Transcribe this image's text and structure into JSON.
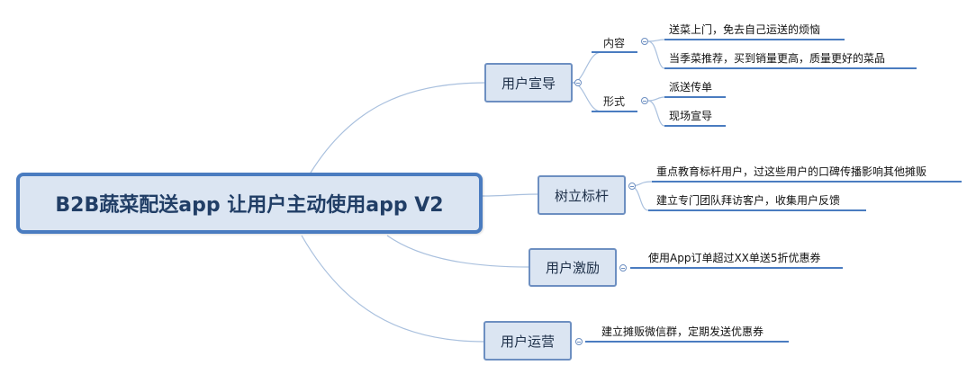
{
  "mindmap": {
    "root": "B2B蔬菜配送app 让用户主动使用app V2",
    "branches": [
      {
        "label": "用户宣导",
        "groups": [
          {
            "label": "内容",
            "items": [
              "送菜上门，免去自己运送的烦恼",
              "当季菜推荐，买到销量更高，质量更好的菜品"
            ]
          },
          {
            "label": "形式",
            "items": [
              "派送传单",
              "现场宣导"
            ]
          }
        ]
      },
      {
        "label": "树立标杆",
        "items": [
          "重点教育标杆用户，过这些用户的口碑传播影响其他摊贩",
          "建立专门团队拜访客户，收集用户反馈"
        ]
      },
      {
        "label": "用户激励",
        "items": [
          "使用App订单超过XX单送5折优惠券"
        ]
      },
      {
        "label": "用户运营",
        "items": [
          "建立摊贩微信群，定期发送优惠券"
        ]
      }
    ]
  },
  "colors": {
    "line": "#a9c0de",
    "underline": "#4a7cc0",
    "node_fill": "#dbe5f2",
    "root_border": "#4a7cc0"
  }
}
